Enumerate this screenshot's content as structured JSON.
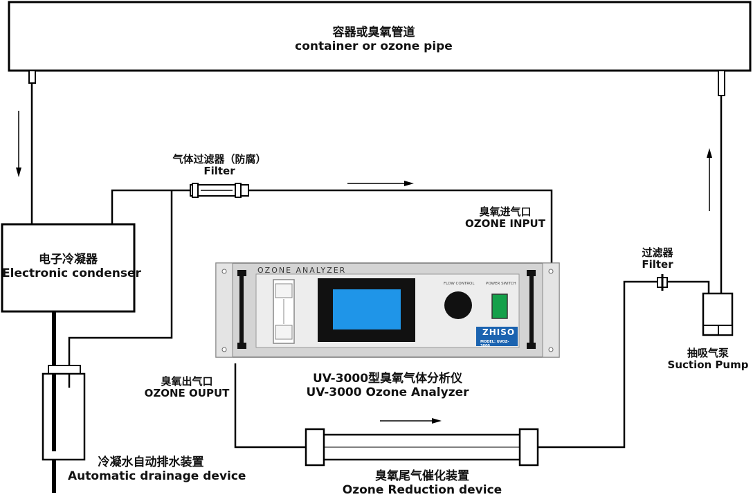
{
  "container": {
    "zh": "容器或臭氧管道",
    "en": "container or ozone pipe"
  },
  "condenser": {
    "zh": "电子冷凝器",
    "en": "Electronic condenser"
  },
  "filter1": {
    "zh": "气体过滤器（防腐）",
    "en": "Filter"
  },
  "filter2": {
    "zh": "过滤器",
    "en": "Filter"
  },
  "ozone_input": {
    "zh": "臭氧进气口",
    "en": "OZONE INPUT"
  },
  "ozone_output": {
    "zh": "臭氧出气口",
    "en": "OZONE OUPUT"
  },
  "analyzer": {
    "zh": "UV-3000型臭氧气体分析仪",
    "en": "UV-3000 Ozone Analyzer",
    "panel_title": "OZONE ANALYZER",
    "flow_control": "FLOW CONTROL",
    "power_switch": "POWER SWITCH",
    "brand": "ZHISO",
    "model": "MODEL: UVOZ-3000"
  },
  "suction_pump": {
    "zh": "抽吸气泵",
    "en": "Suction Pump"
  },
  "drainage": {
    "zh": "冷凝水自动排水装置",
    "en": "Automatic drainage device"
  },
  "reduction": {
    "zh": "臭氧尾气催化装置",
    "en": "Ozone Reduction device"
  },
  "colors": {
    "screen": "#1f95e8",
    "power_switch": "#14a04a",
    "brand": "#1b63b0",
    "panel": "#d4d4d4"
  }
}
